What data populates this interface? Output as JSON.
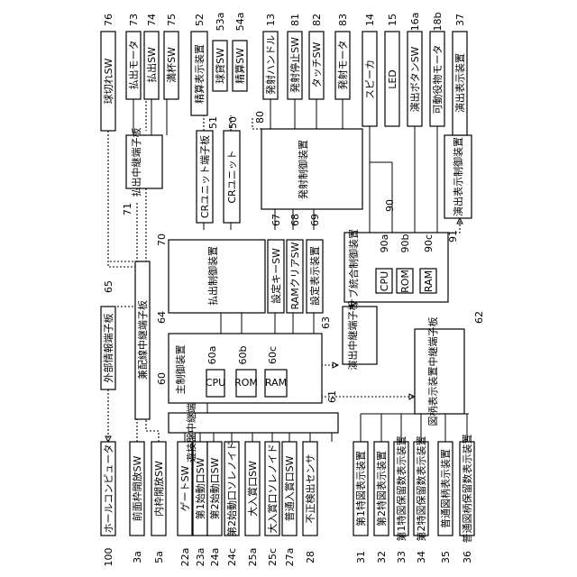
{
  "boxes": {
    "hole_computer": "ホールコンピュータ",
    "front_frame_sw": "前面枠開放SW",
    "inner_frame_sw": "内枠開放SW",
    "gate_sw": "ゲートSW",
    "start_port1_sw": "第1始動口SW",
    "start_port2_sw": "第2始動口SW",
    "start_port2_solenoid": "第2始動口ソレノイド",
    "big_prize_sw": "大入賞口SW",
    "big_prize_solenoid": "大入賞口ソレノイド",
    "normal_prize_sw": "普通入賞口SW",
    "fraud_sensor": "不正検出センサ",
    "ext_info_board": "外部情報端子板",
    "combo_relay_board": "兼配線中継端子板",
    "game_relay_board": "遊技盤中継端子板",
    "main_control": "主制御装置",
    "cpu": "CPU",
    "rom": "ROM",
    "ram": "RAM",
    "payout_control": "払出制御装置",
    "setting_key_sw": "設定キーSW",
    "ram_clear_sw": "RAMクリアSW",
    "setting_display": "設定表示装置",
    "effect_relay_board": "演出中継端子板",
    "sub_control": "サブ統合制御装置",
    "pattern_display_relay": "図柄表示装置中継端子板",
    "fire_control": "発射制御装置",
    "cr_unit_board": "CRユニット端子板",
    "cr_unit": "CRユニット",
    "payout_relay_board": "払出中継端子板",
    "effect_display_control": "演出表示制御装置",
    "ball_out_sw": "球切れSW",
    "payout_motor": "払出モータ",
    "payout_sw": "払出SW",
    "full_tank_sw": "満杯SW",
    "credit_display": "精算表示装置",
    "lend_sw": "球貸SW",
    "settle_sw": "精算SW",
    "fire_handle": "発射ハンドル",
    "fire_stop_sw": "発射停止SW",
    "touch_sw": "タッチSW",
    "fire_motor": "発射モータ",
    "speaker": "スピーカ",
    "led": "LED",
    "effect_button_sw": "演出ボタンSW",
    "movable_motor": "可動役物モータ",
    "effect_display": "演出表示装置",
    "pattern1_display": "第1特図表示装置",
    "pattern2_display": "第2特図表示装置",
    "pattern1_hold_display": "第1特図保留数表示装置",
    "pattern2_hold_display": "第2特図保留数表示装置",
    "normal_pattern_display": "普通図柄表示装置",
    "normal_hold_display": "普通図柄保留数表示装置"
  },
  "refs": {
    "r100": "100",
    "r3a": "3a",
    "r5a": "5a",
    "r22a": "22a",
    "r23a": "23a",
    "r24a": "24a",
    "r24c": "24c",
    "r25a": "25a",
    "r25c": "25c",
    "r27a": "27a",
    "r28": "28",
    "r31": "31",
    "r32": "32",
    "r33": "33",
    "r34": "34",
    "r35": "35",
    "r36": "36",
    "r61": "61",
    "r60": "60",
    "r60a": "60a",
    "r60b": "60b",
    "r60c": "60c",
    "r62": "62",
    "r63": "63",
    "r64": "64",
    "r65": "65",
    "r70": "70",
    "r71": "71",
    "r67": "67",
    "r68": "68",
    "r69": "69",
    "r80": "80",
    "r51": "51",
    "r50": "50",
    "r90": "90",
    "r90a": "90a",
    "r90b": "90b",
    "r90c": "90c",
    "r91": "91",
    "r76": "76",
    "r73": "73",
    "r74": "74",
    "r75": "75",
    "r52": "52",
    "r53a": "53a",
    "r54a": "54a",
    "r13": "13",
    "r81": "81",
    "r82": "82",
    "r83": "83",
    "r14": "14",
    "r15": "15",
    "r16a": "16a",
    "r18b": "18b",
    "r37": "37"
  }
}
